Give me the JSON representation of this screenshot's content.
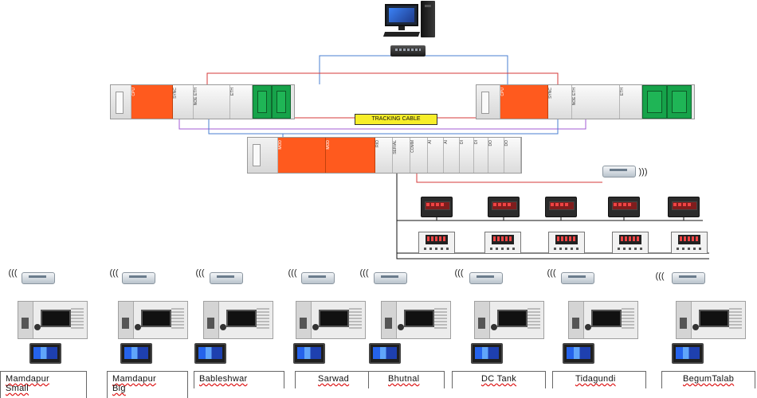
{
  "diagram": {
    "tracking_label": "TRACKING CABLE",
    "colors": {
      "lan": "#4a7fd0",
      "red_link": "#d63a3a",
      "purple_link": "#a35bd6",
      "cpu_orange": "#ff5a1e",
      "green_module": "#16a34a",
      "bus_black": "#111111"
    },
    "sites": [
      {
        "name": "Mamdapur\nSmall"
      },
      {
        "name": "Mamdapur\nBig"
      },
      {
        "name": "Bableshwar"
      },
      {
        "name": "Sarwad"
      },
      {
        "name": "Bhutnal"
      },
      {
        "name": "DC Tank"
      },
      {
        "name": "Tidagundi"
      },
      {
        "name": "BegumTalab"
      }
    ],
    "icons": [
      "computer-icon",
      "network-switch-icon",
      "gsm-modem-icon",
      "wireless-signal-icon",
      "energy-meter-icon",
      "multifunction-meter-icon",
      "plc-icon",
      "hmi-icon"
    ]
  }
}
